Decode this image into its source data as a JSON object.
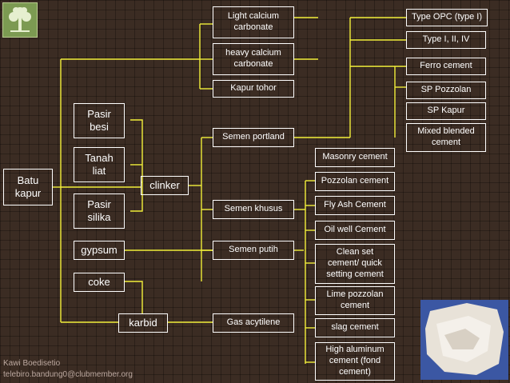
{
  "nodes": {
    "batu_kapur": "Batu\nkapur",
    "pasir_besi": "Pasir\nbesi",
    "tanah_liat": "Tanah\nliat",
    "pasir_silika": "Pasir\nsilika",
    "gypsum": "gypsum",
    "coke": "coke",
    "clinker": "clinker",
    "karbid": "karbid",
    "light_calcium": "Light calcium\ncarbonate",
    "heavy_calcium": "heavy calcium\ncarbonate",
    "kapur_tohor": "Kapur tohor",
    "semen_portland": "Semen portland",
    "semen_khusus": "Semen khusus",
    "semen_putih": "Semen putih",
    "gas_acytilene": "Gas acytilene",
    "masonry": "Masonry cement",
    "pozzolan": "Pozzolan cement",
    "fly_ash": "Fly Ash Cement",
    "oil_well": "Oil well Cement",
    "clean_set": "Clean set\ncement/ quick\nsetting cement",
    "lime_pozzolan": "Lime pozzolan\ncement",
    "slag": "slag cement",
    "high_aluminum": "High aluminum\ncement (fond\ncement)",
    "type_opc": "Type OPC (type I)",
    "type_i_ii_iv": "Type I, II, IV",
    "ferro": "Ferro cement",
    "sp_pozzolan": "SP Pozzolan",
    "sp_kapur": "SP Kapur",
    "mixed_blended": "Mixed blended\ncement"
  },
  "footer": {
    "author": "Kawi Boedisetio",
    "email": "telebiro.bandung0@clubmember.org"
  },
  "colors": {
    "background": "#3b2c23",
    "line": "#f2ef3a",
    "box_border": "#ffffff",
    "text": "#ffffff"
  }
}
